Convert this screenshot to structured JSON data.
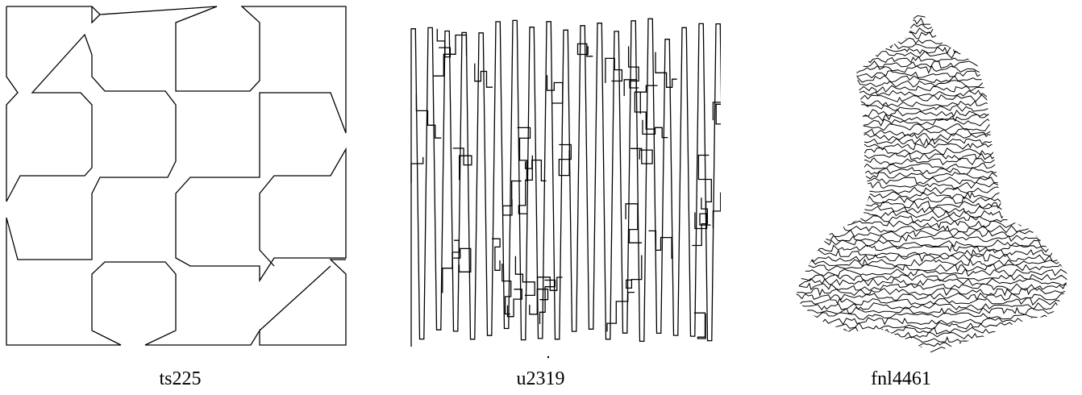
{
  "figure": {
    "panels": [
      {
        "id": "ts225",
        "caption": "ts225"
      },
      {
        "id": "u2319",
        "caption": "u2319"
      },
      {
        "id": "fnl4461",
        "caption": "fnl4461"
      }
    ],
    "colors": {
      "line": "#000000",
      "background": "#ffffff"
    }
  }
}
